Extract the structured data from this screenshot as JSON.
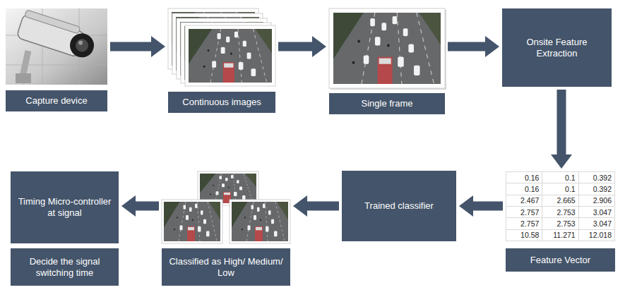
{
  "diagram": {
    "nodes": [
      {
        "text": [
          "Capture device"
        ]
      },
      {
        "text": [
          "Continuous images"
        ]
      },
      {
        "text": [
          "Single frame"
        ]
      },
      {
        "text": [
          "Onsite Feature Extraction"
        ]
      },
      {
        "text": [
          "Feature Vector"
        ]
      },
      {
        "text": [
          "Trained classifier"
        ]
      },
      {
        "text": [
          "Classified as High/ Medium/ Low"
        ]
      },
      {
        "text": [
          "Timing Micro-controller at signal"
        ]
      },
      {
        "text": [
          "Decide the signal switching time"
        ]
      }
    ],
    "edges": [
      {
        "from": 0,
        "to": 1,
        "arrow": "to"
      },
      {
        "from": 1,
        "to": 2,
        "arrow": "to"
      },
      {
        "from": 2,
        "to": 3,
        "arrow": "to"
      },
      {
        "from": 3,
        "to": 4,
        "arrow": "to"
      },
      {
        "from": 4,
        "to": 5,
        "arrow": "to"
      },
      {
        "from": 5,
        "to": 6,
        "arrow": "to"
      },
      {
        "from": 6,
        "to": 7,
        "arrow": "to"
      }
    ],
    "labels": [
      "0.16",
      "0.1",
      "0.392",
      "0.16",
      "0.1",
      "0.392",
      "2.467",
      "2.665",
      "2.906",
      "2.757",
      "2.753",
      "3.047",
      "2.757",
      "2.753",
      "3.047",
      "10.58",
      "11.271",
      "12.018"
    ]
  }
}
